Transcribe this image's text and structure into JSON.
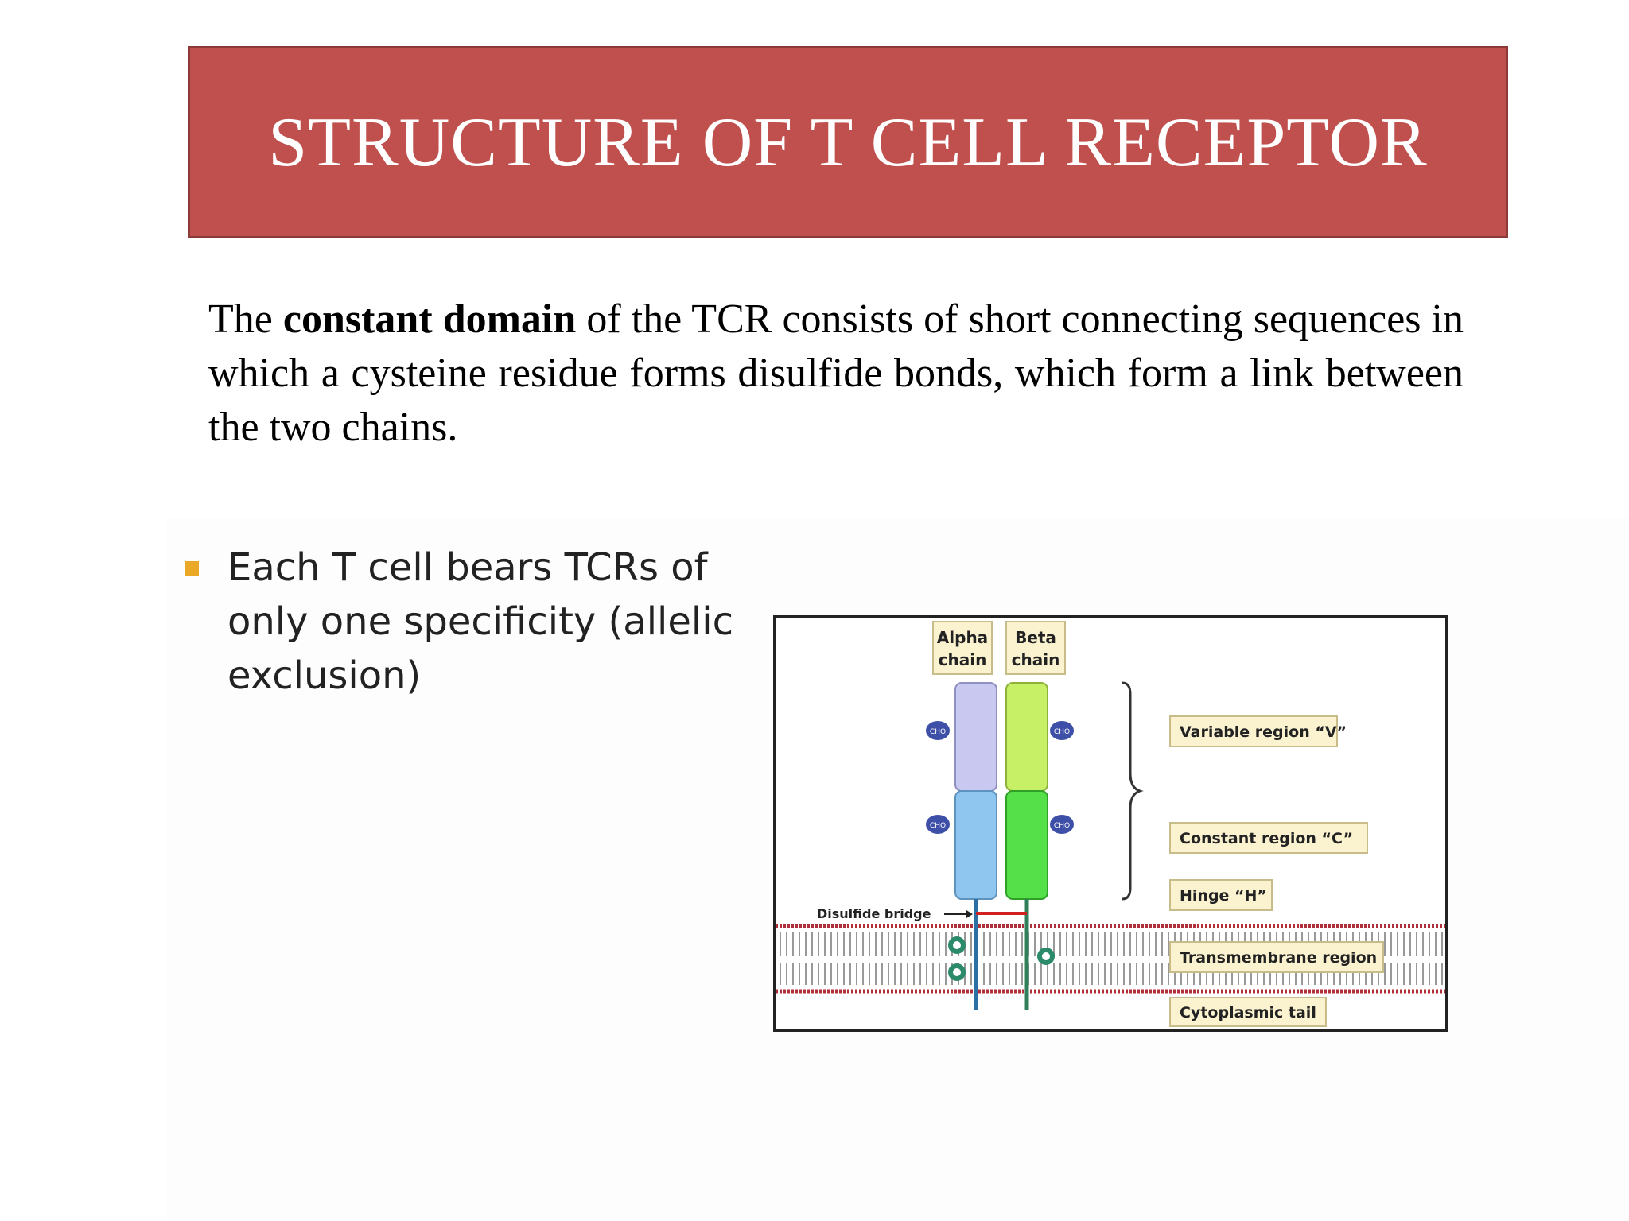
{
  "slide": {
    "title": "STRUCTURE OF T CELL RECEPTOR",
    "paragraph": {
      "lead": "The ",
      "bold": "constant domain",
      "rest": " of the TCR consists of short connecting sequences in which a cysteine residue forms disulfide bonds, which form a link between the two chains."
    },
    "bullet": "Each T cell bears TCRs of only one specificity (allelic exclusion)"
  },
  "diagram": {
    "alpha_line1": "Alpha",
    "alpha_line2": "chain",
    "beta_line1": "Beta",
    "beta_line2": "chain",
    "cho": "CHO",
    "disulfide": "Disulfide bridge",
    "regions": {
      "variable": "Variable region “V”",
      "constant": "Constant region “C”",
      "hinge": "Hinge “H”",
      "transmembrane": "Transmembrane region",
      "cytoplasmic": "Cytoplasmic tail"
    },
    "colors": {
      "title_bg": "#c0504d",
      "alpha_variable": "#c8c8f0",
      "alpha_constant": "#8fc6f0",
      "beta_variable": "#c8f066",
      "beta_constant": "#55e04a",
      "membrane": "#b0303a",
      "bullet": "#e9a825"
    }
  }
}
